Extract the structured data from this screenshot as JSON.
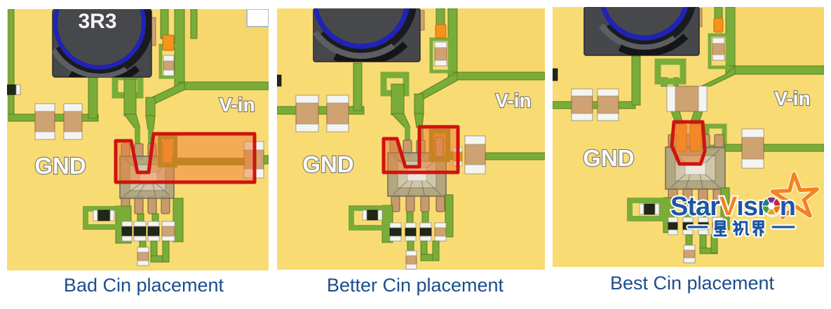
{
  "panels": [
    {
      "id": "bad",
      "caption": "Bad Cin placement",
      "labels": {
        "vin": "V-in",
        "gnd": "GND",
        "inductor": "3R3"
      }
    },
    {
      "id": "better",
      "caption": "Better Cin placement",
      "labels": {
        "vin": "V-in",
        "gnd": "GND"
      }
    },
    {
      "id": "best",
      "caption": "Best Cin placement",
      "labels": {
        "vin": "V-in",
        "gnd": "GND"
      }
    }
  ],
  "logo": {
    "name": "StarVision",
    "text_star": "Star",
    "text_v": "V",
    "text_ision": "ısıon",
    "chinese": "星视界"
  },
  "colors": {
    "board_yellow": "#f9db74",
    "pour_yellow": "#f7d76c",
    "trace_green": "#7aac39",
    "trace_edge": "#55801e",
    "highlight_red": "#cf1310",
    "highlight_fill": "rgba(237,125,49,0.5)",
    "component_tan": "#cfa272",
    "pad_orange": "#f6921e",
    "trace_olive": "#9a8a16",
    "caption_blue": "#1c4e8c",
    "logo_blue": "#1e56a4",
    "logo_orange": "#f58220"
  }
}
